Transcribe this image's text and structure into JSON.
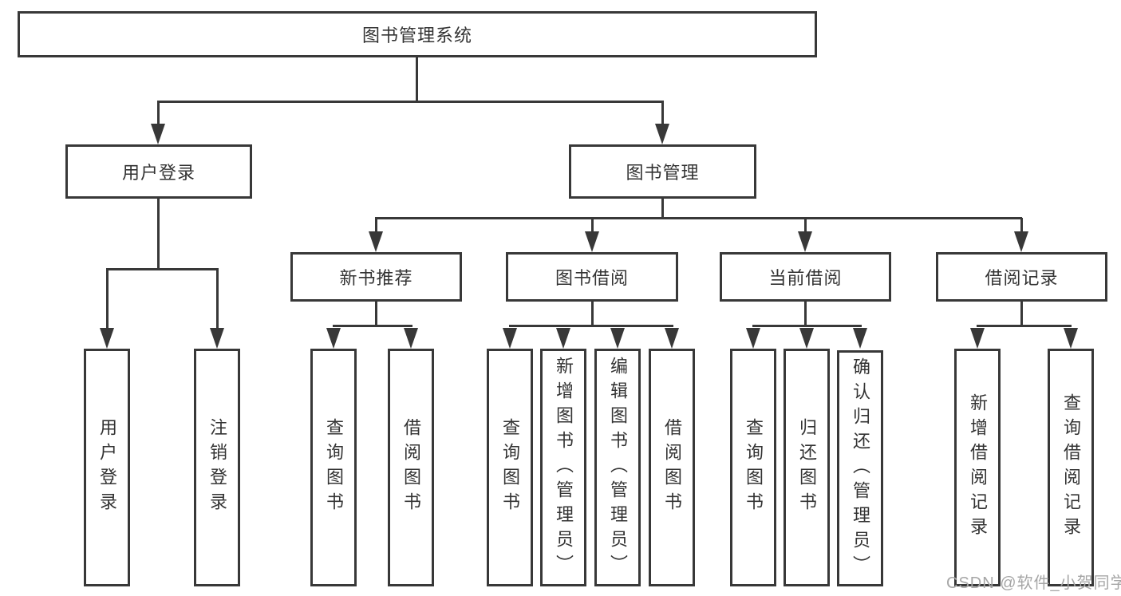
{
  "root": {
    "label": "图书管理系统"
  },
  "login": {
    "label": "用户登录",
    "children": [
      {
        "label": "用户登录"
      },
      {
        "label": "注销登录"
      }
    ]
  },
  "management": {
    "label": "图书管理",
    "sections": [
      {
        "label": "新书推荐",
        "children": [
          {
            "label": "查询图书"
          },
          {
            "label": "借阅图书"
          }
        ]
      },
      {
        "label": "图书借阅",
        "children": [
          {
            "label": "查询图书"
          },
          {
            "label": "新增图书（管理员）"
          },
          {
            "label": "编辑图书（管理员）"
          },
          {
            "label": "借阅图书"
          }
        ]
      },
      {
        "label": "当前借阅",
        "children": [
          {
            "label": "查询图书"
          },
          {
            "label": "归还图书"
          },
          {
            "label": "确认归还（管理员）"
          }
        ]
      },
      {
        "label": "借阅记录",
        "children": [
          {
            "label": "新增借阅记录"
          },
          {
            "label": "查询借阅记录"
          }
        ]
      }
    ]
  },
  "watermark": {
    "text": "CSDN @软件_小贺同学"
  },
  "colors": {
    "line": "#383838",
    "text": "#333333",
    "watermark": "#a6a6a6",
    "background": "#ffffff"
  }
}
